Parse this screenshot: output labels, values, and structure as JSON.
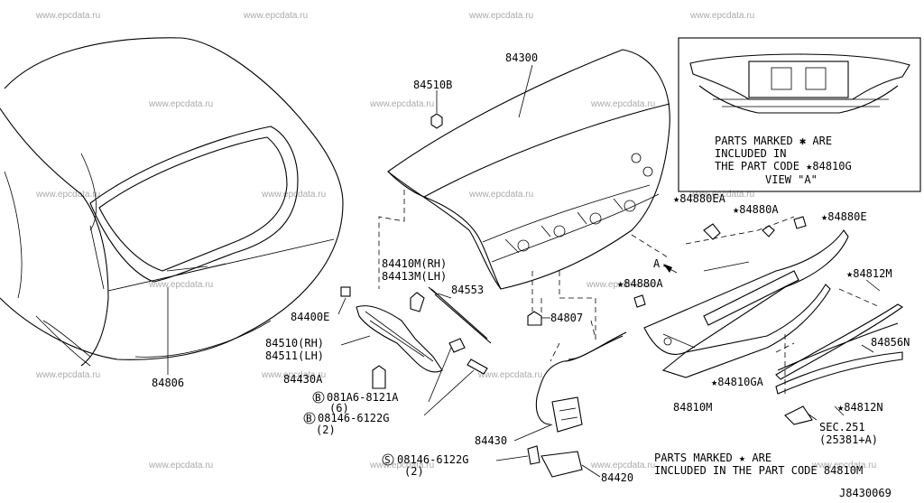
{
  "watermark": "www.epcdata.ru",
  "diagram_id": "J8430069",
  "notes": {
    "view_a_line1": "PARTS MARKED ✱ ARE",
    "view_a_line2": "INCLUDED IN",
    "view_a_line3": "THE PART CODE ★84810G",
    "view_a_title": "VIEW \"A\"",
    "bottom_line1": "PARTS MARKED ★ ARE",
    "bottom_line2": "INCLUDED IN THE PART CODE 84810M",
    "view_arrow": "A"
  },
  "parts": {
    "p84300": "84300",
    "p84510B": "84510B",
    "p84880EA": "★84880EA",
    "p84880A_top": "★84880A",
    "p84880E": "★84880E",
    "p84812M": "★84812M",
    "p84880A_mid": "★84880A",
    "p84856N": "84856N",
    "p84812N": "★84812N",
    "p84810GA": "★84810GA",
    "p84810M": "84810M",
    "sec251_a": "SEC.251",
    "sec251_b": "(25381+A)",
    "p84410M": "84410M(RH)",
    "p84413M": "84413M(LH)",
    "p84553": "84553",
    "p84400E": "84400E",
    "p84807": "84807",
    "p84510": "84510(RH)",
    "p84511": "84511(LH)",
    "p84430A": "84430A",
    "bolt1": "081A6-8121A",
    "bolt1_qty": "(6)",
    "bolt2": "08146-6122G",
    "bolt2_qty": "(2)",
    "p84806": "84806",
    "p84430": "84430",
    "screw": "08146-6122G",
    "screw_qty": "(2)",
    "p84420": "84420",
    "circ_b": "B",
    "circ_s": "S"
  }
}
